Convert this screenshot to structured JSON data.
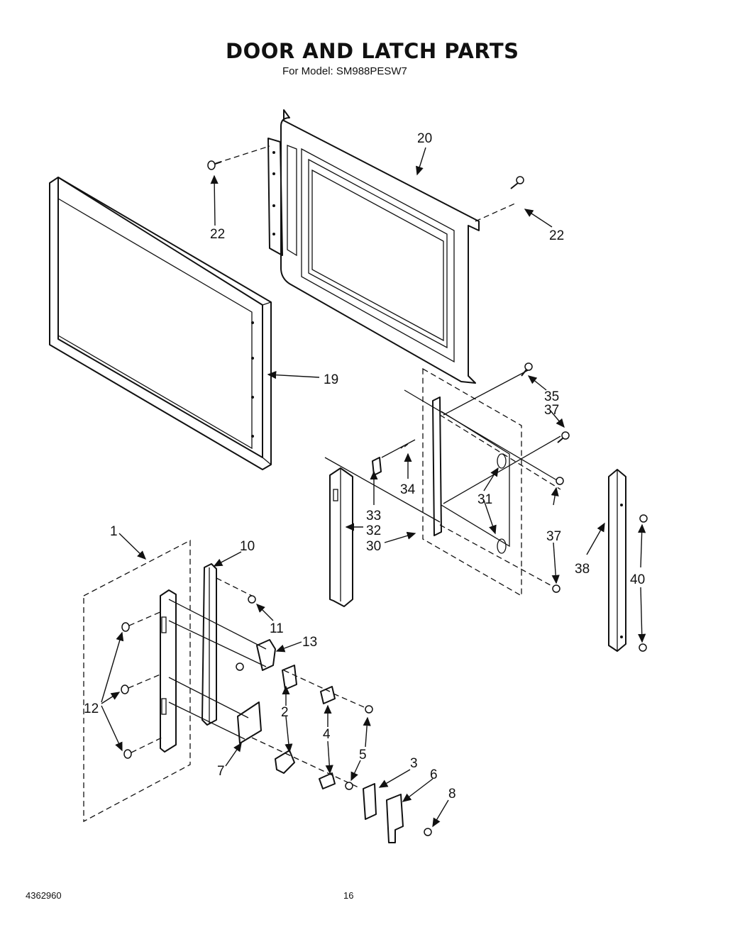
{
  "header": {
    "title": "DOOR AND LATCH PARTS",
    "subtitle": "For Model: SM988PESW7"
  },
  "footer": {
    "doc_number": "4362960",
    "page_number": "16"
  },
  "callouts": [
    "20",
    "22",
    "22",
    "19",
    "35",
    "37",
    "37",
    "34",
    "31",
    "33",
    "32",
    "30",
    "38",
    "40",
    "1",
    "10",
    "11",
    "13",
    "12",
    "2",
    "4",
    "5",
    "7",
    "3",
    "6",
    "8"
  ]
}
